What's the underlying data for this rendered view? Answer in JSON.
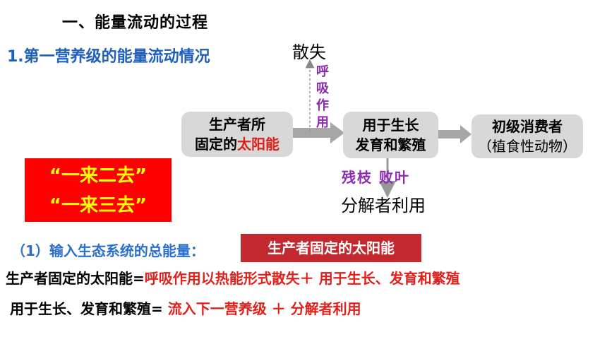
{
  "heading": "一、能量流动的过程",
  "subheading": "1.第一营养级的能量流动情况",
  "diagram": {
    "producer": {
      "line1": "生产者所",
      "line2_prefix": "固定的",
      "line2_highlight": "太阳能"
    },
    "growth": {
      "line1": "用于生长",
      "line2": "发育和繁殖"
    },
    "consumer": {
      "line1": "初级消费者",
      "line2": "（植食性动物）"
    },
    "loss": "散失",
    "respiration": [
      "呼",
      "吸",
      "作",
      "用"
    ],
    "residue": "残枝 败叶",
    "decomposer": "分解者利用"
  },
  "sayings": [
    "“一来二去”",
    "“一来三去”"
  ],
  "question": {
    "label": "（1）输入生态系统的总能量：",
    "answer": "生产者固定的太阳能"
  },
  "equation1": {
    "left": "生产者固定的太阳能=",
    "right": "呼吸作用以热能形式散失＋ 用于生长、发育和繁殖"
  },
  "equation2": {
    "left": "用于生长、发育和繁殖= ",
    "right": "流入下一营养级 ＋ 分解者利用"
  },
  "colors": {
    "red": "#e0201a",
    "blue": "#1f5fbf",
    "purple": "#8a2cb0",
    "box": "#d8d8d8",
    "sayings_bg": "#ff0000",
    "sayings_text": "#ffff00"
  }
}
